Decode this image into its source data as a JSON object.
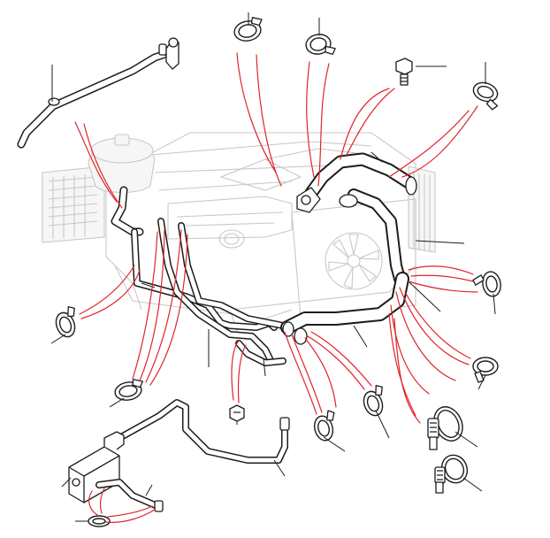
{
  "diagram": {
    "type": "exploded-parts-illustration",
    "colors": {
      "background": "#ffffff",
      "line_art": "#1c1c1c",
      "ghosted_engine": "#c8c8c8",
      "callout_lines": "#e0242a"
    },
    "components": [
      "heater-hose",
      "expansion-tank",
      "top-radiator-hose",
      "bottom-radiator-hose",
      "bypass-hose",
      "heater-return-pipe",
      "bleed-screw",
      "hose-clips",
      "cable-ties"
    ]
  }
}
